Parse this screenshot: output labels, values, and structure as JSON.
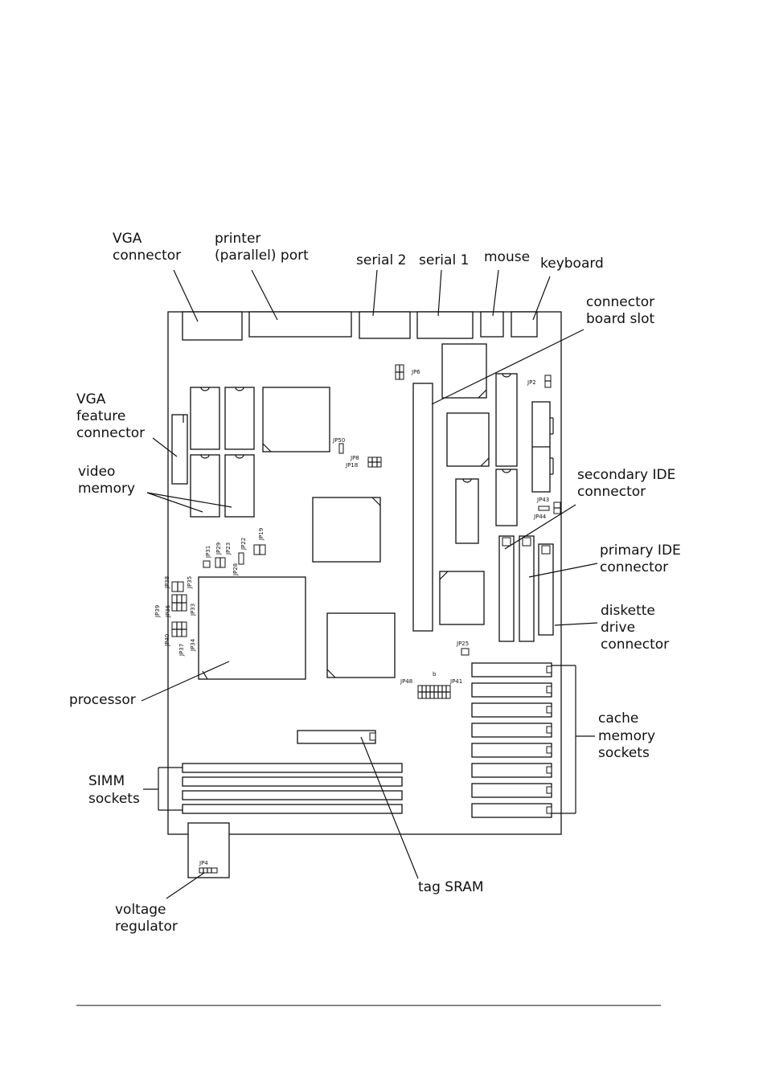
{
  "labels": {
    "vga_connector": [
      "VGA",
      "connector"
    ],
    "printer_port": [
      "printer",
      "(parallel) port"
    ],
    "serial2": [
      "serial 2"
    ],
    "serial1": [
      "serial 1"
    ],
    "mouse": [
      "mouse"
    ],
    "keyboard": [
      "keyboard"
    ],
    "connector_board_slot": [
      "connector",
      "board slot"
    ],
    "vga_feature_connector": [
      "VGA",
      "feature",
      "connector"
    ],
    "video_memory": [
      "video",
      "memory"
    ],
    "secondary_ide": [
      "secondary IDE",
      "connector"
    ],
    "primary_ide": [
      "primary IDE",
      "connector"
    ],
    "diskette": [
      "diskette",
      "drive",
      "connector"
    ],
    "processor": [
      "processor"
    ],
    "cache_memory": [
      "cache",
      "memory",
      "sockets"
    ],
    "simm": [
      "SIMM",
      "sockets"
    ],
    "tag_sram": [
      "tag SRAM"
    ],
    "voltage_regulator": [
      "voltage",
      "regulator"
    ]
  },
  "jumpers": {
    "jp6": "JP6",
    "jp2": "JP2",
    "jp50": "JP50",
    "jp8": "JP8",
    "jp18": "JP18",
    "jp43": "JP43",
    "jp44": "JP44",
    "jp19": "JP19",
    "jp22": "JP22",
    "jp23": "JP23",
    "jp29": "JP29",
    "jp31": "JP31",
    "jp28": "JP28",
    "jp38": "JP38",
    "jp35": "JP35",
    "jp39": "JP39",
    "jp36": "JP36",
    "jp33": "JP33",
    "jp40": "JP40",
    "jp37": "JP37",
    "jp34": "JP34",
    "jp25": "JP25",
    "jp48": "JP48",
    "jp41": "JP41",
    "jp4": "JP4",
    "b_mark": "b"
  }
}
